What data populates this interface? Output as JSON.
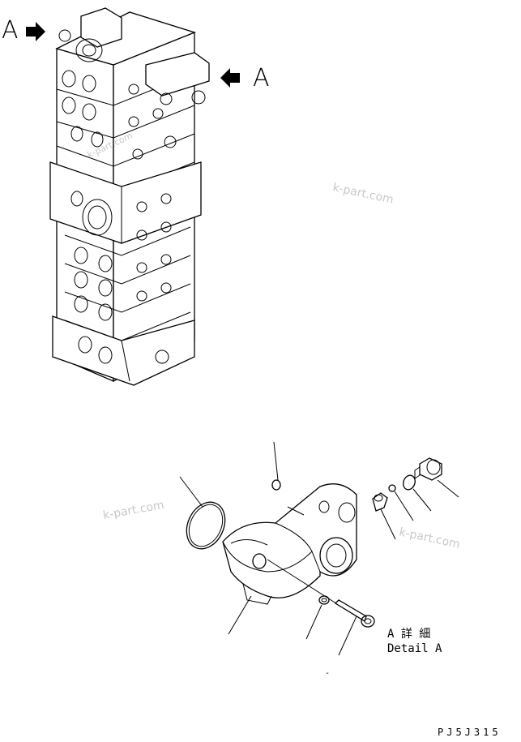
{
  "view_label_a": "A",
  "detail_label_jp": "A 詳 細",
  "detail_label_en": "Detail A",
  "watermark": "k-part.com",
  "drawing_code": "PJ5J315",
  "callout_marker": "-",
  "colors": {
    "ink": "#000000",
    "paper": "#ffffff",
    "watermark": "#c8c8c8"
  }
}
